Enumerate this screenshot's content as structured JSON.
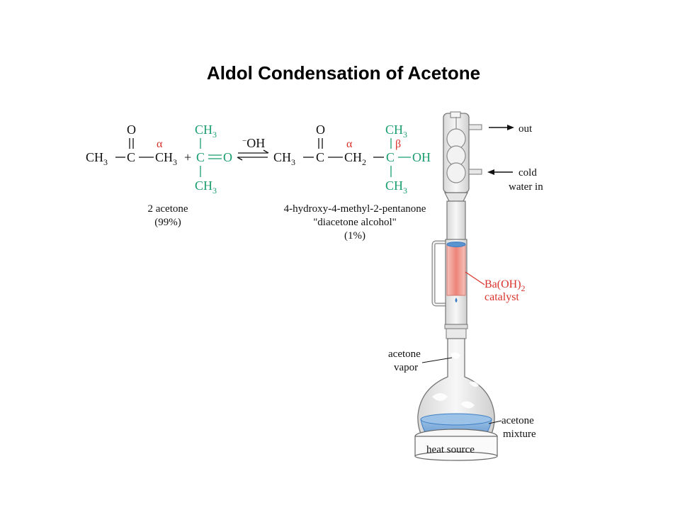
{
  "title": "Aldol Condensation of Acetone",
  "colors": {
    "green": "#1a9e6e",
    "red": "#d9322b",
    "blue": "#3e7fc4",
    "glass": "#cfcfcf",
    "catalyst": "#f2a39b"
  },
  "reaction": {
    "reactant1": {
      "oxygen": "O",
      "left_group": "CH",
      "left_sub": "3",
      "carbon": "C",
      "right_group": "CH",
      "right_sub": "3",
      "alpha": "α"
    },
    "plus": "+",
    "reactant2": {
      "top": "CH",
      "top_sub": "3",
      "carbon": "C",
      "oxygen": "O",
      "bottom": "CH",
      "bottom_sub": "3"
    },
    "reagent_charge": "−",
    "reagent": "OH",
    "product": {
      "oxygen": "O",
      "left_group": "CH",
      "left_sub": "3",
      "carbon1": "C",
      "ch2": "CH",
      "ch2_sub": "2",
      "carbon2": "C",
      "oh": "OH",
      "top": "CH",
      "top_sub": "3",
      "bottom": "CH",
      "bottom_sub": "3",
      "alpha": "α",
      "beta": "β"
    },
    "reactant_label": "2 acetone",
    "reactant_percent": "(99%)",
    "product_name": "4-hydroxy-4-methyl-2-pentanone",
    "product_common": "\"diacetone alcohol\"",
    "product_percent": "(1%)"
  },
  "apparatus": {
    "out_label": "out",
    "cold_label": "cold",
    "water_label": "water in",
    "catalyst_formula": "Ba(OH)",
    "catalyst_sub": "2",
    "catalyst_word": "catalyst",
    "vapor_label_1": "acetone",
    "vapor_label_2": "vapor",
    "mixture_label_1": "acetone",
    "mixture_label_2": "mixture",
    "heat_label": "heat source"
  }
}
